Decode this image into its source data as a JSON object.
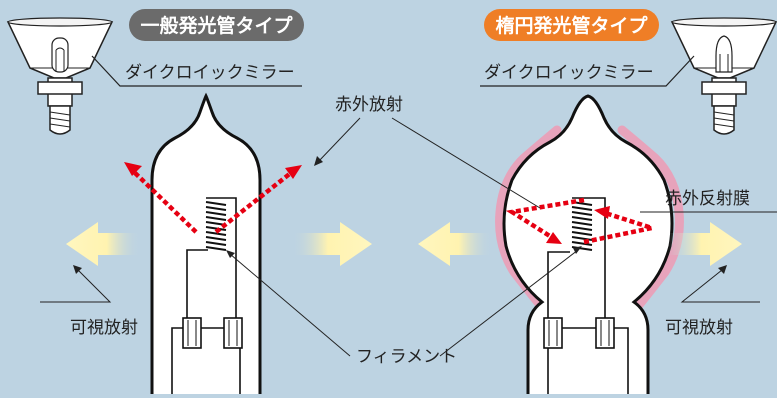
{
  "colors": {
    "background": "#bdd3e2",
    "badge_gray": "#6b6b6b",
    "badge_orange": "#ef7e26",
    "infrared": "#e60012",
    "visible_light": "#fff3b0",
    "ir_film": "#e7a3bb"
  },
  "left_lamp": {
    "badge": "一般発光管タイプ",
    "mirror_label": "ダイクロイックミラー"
  },
  "right_lamp": {
    "badge": "楕円発光管タイプ",
    "mirror_label": "ダイクロイックミラー"
  },
  "labels": {
    "infrared_radiation": "赤外放射",
    "ir_reflective_film": "赤外反射膜",
    "visible_left": "可視放射",
    "visible_right": "可視放射",
    "filament": "フィラメント"
  }
}
